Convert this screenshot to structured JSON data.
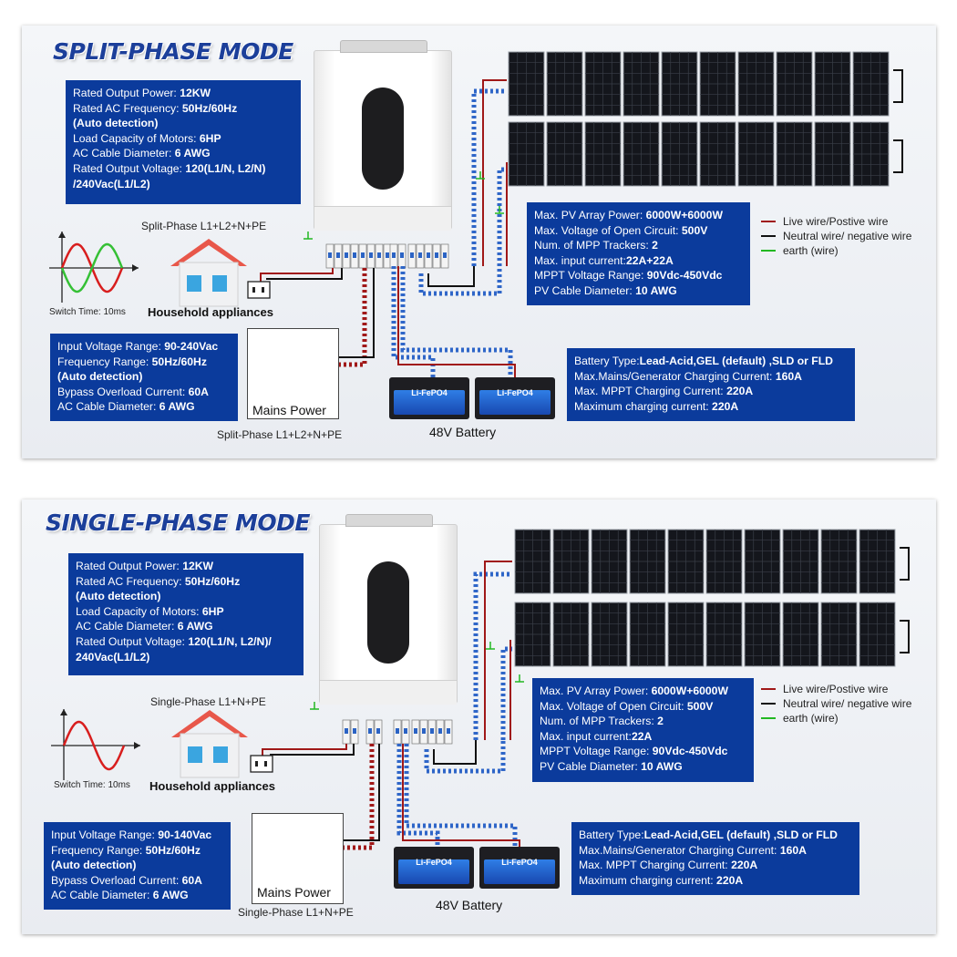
{
  "legend": {
    "items": [
      {
        "label": "Live wire/Postive wire",
        "color": "#a01818"
      },
      {
        "label": "Neutral wire/ negative wire",
        "color": "#111111"
      },
      {
        "label": "earth (wire)",
        "color": "#22b822"
      }
    ]
  },
  "split": {
    "title": "SPLIT-PHASE MODE",
    "output_box": [
      {
        "k": "Rated Output Power: ",
        "v": "12KW"
      },
      {
        "k": "Rated AC Frequency: ",
        "v": "50Hz/60Hz"
      },
      {
        "k": "",
        "v": "(Auto detection)"
      },
      {
        "k": "Load Capacity of Motors: ",
        "v": "6HP"
      },
      {
        "k": "AC Cable Diameter: ",
        "v": "6 AWG"
      },
      {
        "k": "Rated Output Voltage: ",
        "v": "120(L1/N, L2/N)"
      },
      {
        "k": "",
        "v": "/240Vac(L1/L2)"
      }
    ],
    "pv_box": [
      {
        "k": "Max.  PV Array Power: ",
        "v": "6000W+6000W"
      },
      {
        "k": "Max. Voltage of Open Circuit: ",
        "v": "500V"
      },
      {
        "k": "Num. of MPP Trackers: ",
        "v": "2"
      },
      {
        "k": "Max.   input current:",
        "v": "22A+22A"
      },
      {
        "k": "MPPT Voltage Range: ",
        "v": "90Vdc-450Vdc"
      },
      {
        "k": "PV Cable Diameter: ",
        "v": "10 AWG"
      }
    ],
    "input_box": [
      {
        "k": "Input Voltage Range: ",
        "v": "90-240Vac"
      },
      {
        "k": "Frequency Range: ",
        "v": "50Hz/60Hz"
      },
      {
        "k": "",
        "v": "(Auto detection)"
      },
      {
        "k": "Bypass Overload Current: ",
        "v": "60A"
      },
      {
        "k": "AC Cable Diameter: ",
        "v": "6 AWG"
      }
    ],
    "battery_box": [
      {
        "k": "Battery Type:",
        "v": "Lead-Acid,GEL (default) ,SLD or FLD"
      },
      {
        "k": "Max.Mains/Generator Charging Current: ",
        "v": "160A"
      },
      {
        "k": "Max. MPPT Charging Current: ",
        "v": "220A"
      },
      {
        "k": "Maximum charging current: ",
        "v": "220A"
      }
    ],
    "phase_label_top": "Split-Phase L1+L2+N+PE",
    "phase_label_bottom": "Split-Phase L1+L2+N+PE",
    "switch_time": "Switch Time: 10ms",
    "household": "Household appliances",
    "mains": "Mains Power",
    "battery": "48V Battery"
  },
  "single": {
    "title": "SINGLE-PHASE MODE",
    "output_box": [
      {
        "k": "Rated Output Power: ",
        "v": "12KW"
      },
      {
        "k": "Rated AC Frequency: ",
        "v": "50Hz/60Hz"
      },
      {
        "k": "",
        "v": "(Auto detection)"
      },
      {
        "k": "Load Capacity of Motors: ",
        "v": "6HP"
      },
      {
        "k": "AC Cable Diameter: ",
        "v": "6 AWG"
      },
      {
        "k": "Rated Output Voltage: ",
        "v": "120(L1/N, L2/N)/"
      },
      {
        "k": "",
        "v": "240Vac(L1/L2)"
      }
    ],
    "pv_box": [
      {
        "k": "Max.   PV Array Power: ",
        "v": "6000W+6000W"
      },
      {
        "k": "Max. Voltage of Open Circuit: ",
        "v": "500V"
      },
      {
        "k": "Num. of MPP Trackers: ",
        "v": "2"
      },
      {
        "k": "Max.   input current:",
        "v": "22A"
      },
      {
        "k": "MPPT Voltage Range: ",
        "v": "90Vdc-450Vdc"
      },
      {
        "k": "PV Cable Diameter: ",
        "v": "10 AWG"
      }
    ],
    "input_box": [
      {
        "k": "Input Voltage Range: ",
        "v": "90-140Vac"
      },
      {
        "k": "Frequency Range: ",
        "v": "50Hz/60Hz"
      },
      {
        "k": "",
        "v": "(Auto detection)"
      },
      {
        "k": "Bypass Overload Current: ",
        "v": "60A"
      },
      {
        "k": "AC Cable Diameter: ",
        "v": "6 AWG"
      }
    ],
    "battery_box": [
      {
        "k": "Battery Type:",
        "v": "Lead-Acid,GEL (default) ,SLD or FLD"
      },
      {
        "k": "Max.Mains/Generator Charging Current: ",
        "v": "160A"
      },
      {
        "k": "Max. MPPT Charging Current: ",
        "v": "220A"
      },
      {
        "k": "Maximum charging current: ",
        "v": "220A"
      }
    ],
    "phase_label_top": "Single-Phase L1+N+PE",
    "phase_label_bottom": "Single-Phase L1+N+PE",
    "switch_time": "Switch Time: 10ms",
    "household": "Household appliances",
    "mains": "Mains Power",
    "battery": "48V Battery"
  },
  "battery_face_text": "Li-FePO4",
  "colors": {
    "box_blue": "#0b3b9c",
    "title_blue": "#1c3f9a",
    "live": "#a01818",
    "neutral": "#111111",
    "earth": "#22b822",
    "house_roof": "#e8574a",
    "house_window": "#3aa5e0"
  }
}
